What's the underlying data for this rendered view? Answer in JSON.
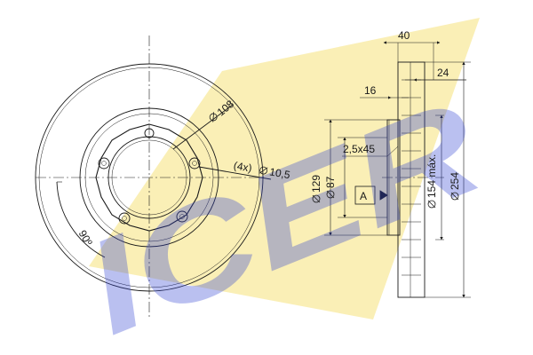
{
  "logo": {
    "text": "ICER",
    "color": "#2f3fd0",
    "accent": "#f6e27a"
  },
  "dimensions": {
    "bolt_circle": "108",
    "bolt_holes": "(4x)",
    "hole_diameter": "10,5",
    "angle": "90º",
    "width_total": "40",
    "width_inner": "24",
    "offset": "16",
    "chamfer": "2,5x45",
    "hub_outer": "129",
    "hub_inner": "87",
    "section_marker": "A",
    "max_dia": "154 máx.",
    "disc_dia": "254"
  },
  "icons": {
    "diameter": "diameter-symbol"
  }
}
